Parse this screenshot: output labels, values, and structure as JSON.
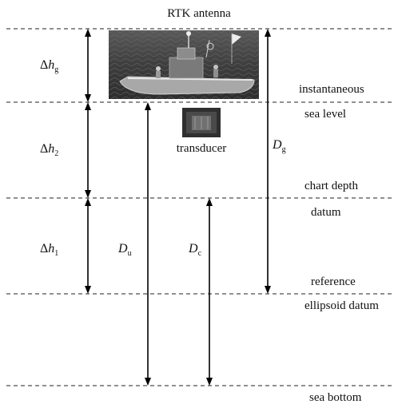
{
  "labels": {
    "rtk_antenna": "RTK antenna",
    "instantaneous": "instantaneous",
    "sea_level": "sea level",
    "transducer": "transducer",
    "chart_depth": "chart depth",
    "datum": "datum",
    "reference": "reference",
    "ellipsoid_datum": "ellipsoid datum",
    "sea_bottom": "sea bottom"
  },
  "symbols": {
    "delta_hg": {
      "prefix": "Δ",
      "var": "h",
      "sub": "g"
    },
    "delta_h2": {
      "prefix": "Δ",
      "var": "h",
      "sub": "2"
    },
    "delta_h1": {
      "prefix": "Δ",
      "var": "h",
      "sub": "1"
    },
    "Du": {
      "prefix": "",
      "var": "D",
      "sub": "u"
    },
    "Dc": {
      "prefix": "",
      "var": "D",
      "sub": "c"
    },
    "Dg": {
      "prefix": "",
      "var": "D",
      "sub": "g"
    }
  },
  "colors": {
    "line": "#222222",
    "arrow": "#000000",
    "text": "#111111"
  }
}
